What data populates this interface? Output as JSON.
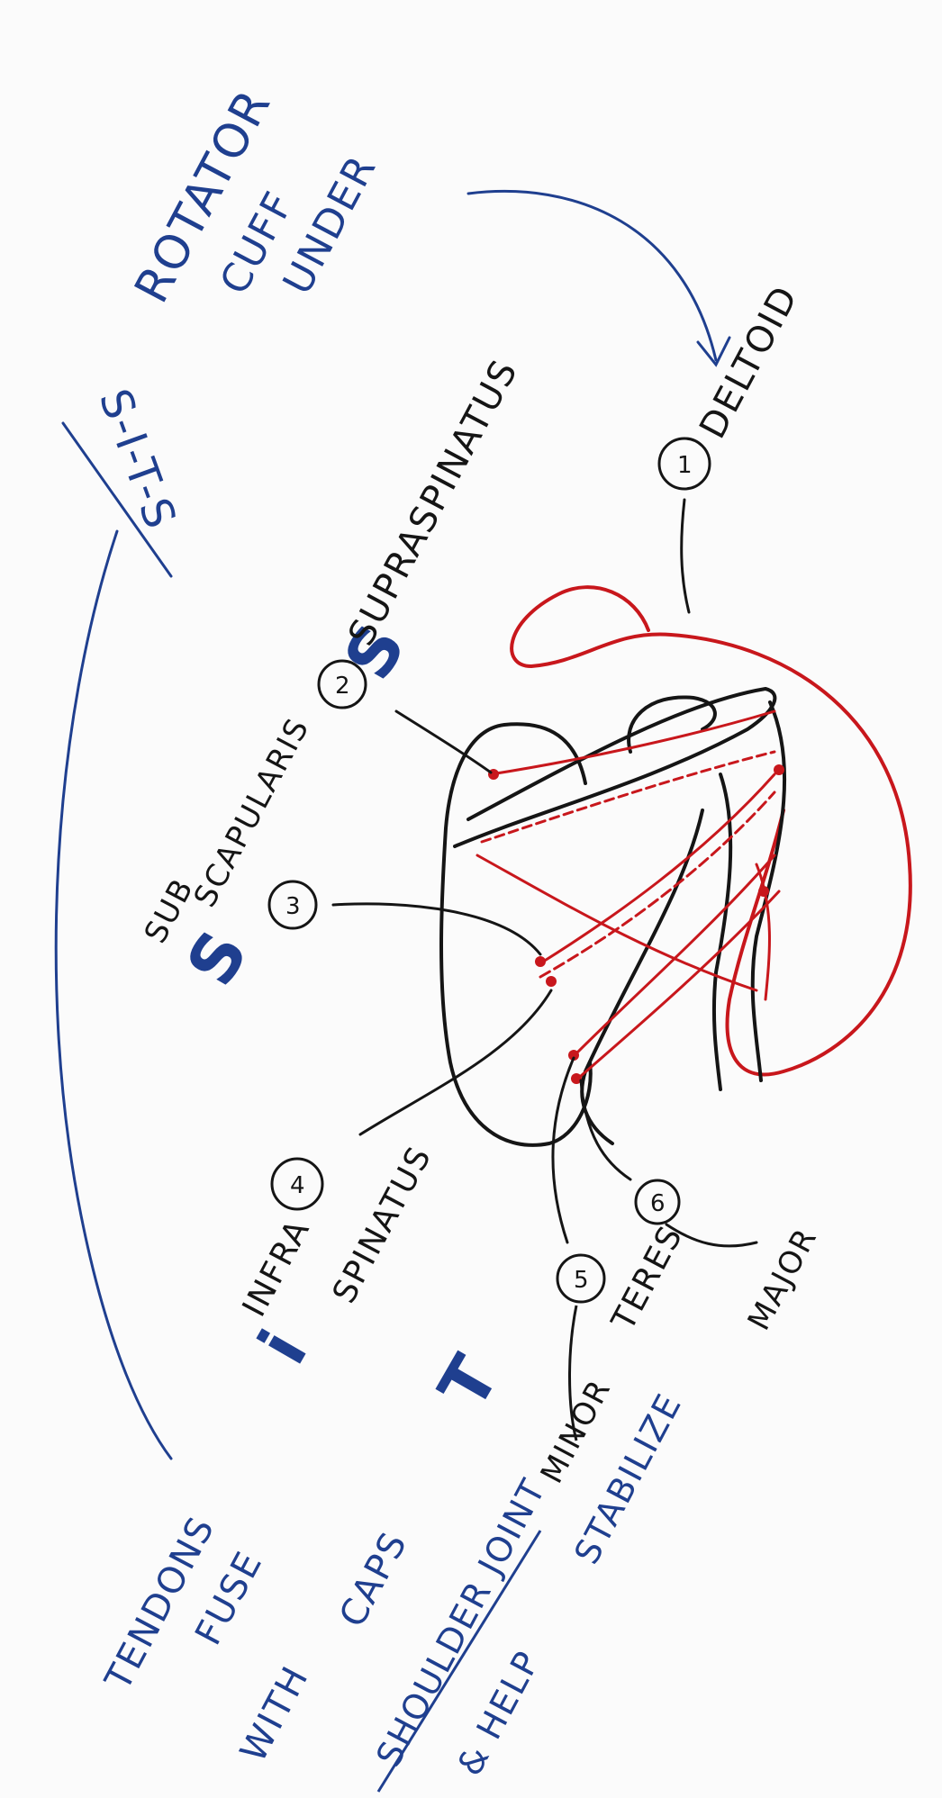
{
  "colors": {
    "blue_ink": "#1f3f8f",
    "black_ink": "#151515",
    "red_ink": "#c8171c",
    "paper": "#fbfbfb"
  },
  "labels": {
    "rotator_cuff": [
      "ROTATOR",
      "CUFF",
      "UNDER"
    ],
    "sits": "S-I-T-S",
    "deltoid": "DELTOID",
    "supraspinatus": "SUPRASPINATUS",
    "subscapularis": [
      "SUB",
      "SCAPULARIS"
    ],
    "infraspinatus": [
      "INFRA",
      "SPINATUS"
    ],
    "teres_minor": [
      "TERES",
      "MINOR"
    ],
    "teres_major": "MAJOR",
    "s_letter_1": "S",
    "s_letter_2": "S",
    "i_letter": "i",
    "t_letter": "T",
    "notes": [
      "TENDONS",
      "FUSE",
      "WITH",
      "CAPS",
      "SHOULDER JOINT",
      "& HELP",
      "STABILIZE"
    ],
    "numbers": [
      "1",
      "2",
      "3",
      "4",
      "5",
      "6"
    ]
  }
}
